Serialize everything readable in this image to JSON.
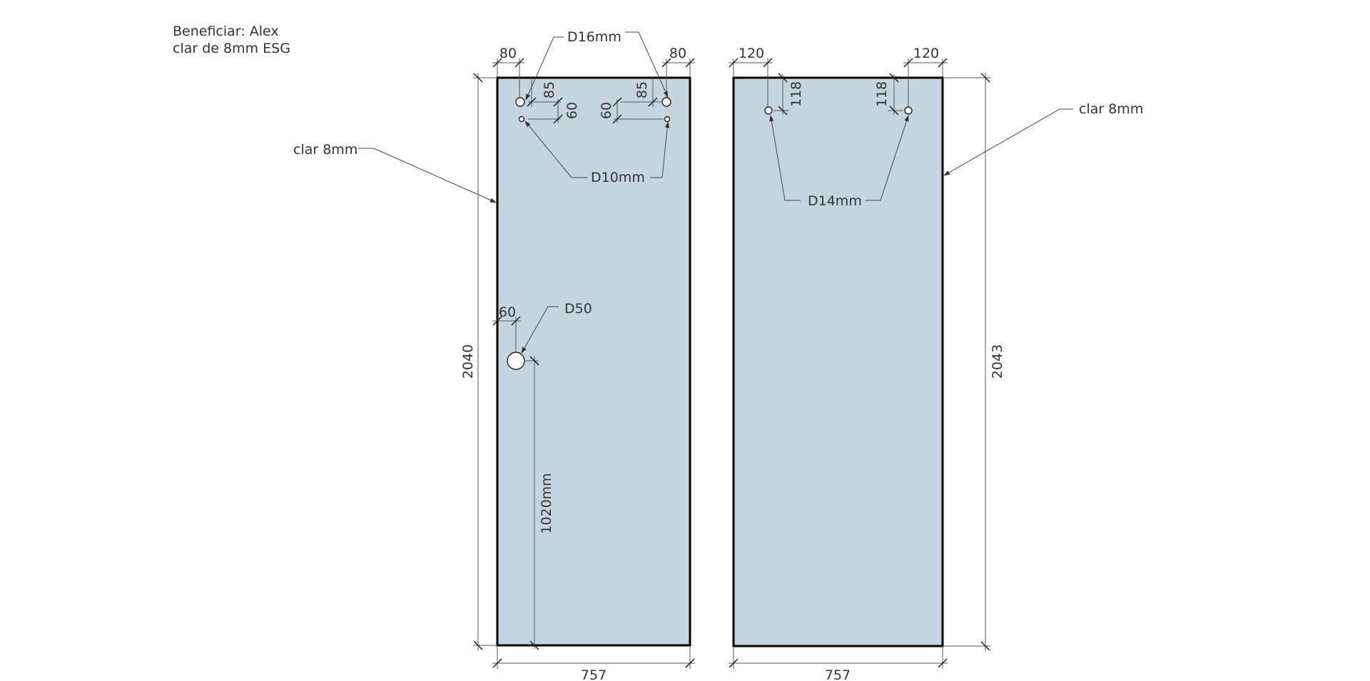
{
  "header": {
    "beneficiary": "Beneficiar: Alex",
    "glass_spec": "clar de 8mm ESG"
  },
  "left_panel": {
    "material_label": "clar 8mm",
    "height": "2040",
    "width": "757",
    "edge_offset_left": "80",
    "edge_offset_right": "80",
    "hole_top_offset_left": "85",
    "hole_spacing_left": "60",
    "hole_top_offset_right": "85",
    "hole_spacing_right": "60",
    "large_hole_label": "D16mm",
    "small_hole_label": "D10mm",
    "cutout_label": "D50",
    "cutout_edge_offset": "60",
    "cutout_height": "1020mm"
  },
  "right_panel": {
    "material_label": "clar 8mm",
    "height": "2043",
    "width": "757",
    "edge_offset_left": "120",
    "edge_offset_right": "120",
    "hole_top_offset_left": "118",
    "hole_top_offset_right": "118",
    "hole_label": "D14mm"
  }
}
